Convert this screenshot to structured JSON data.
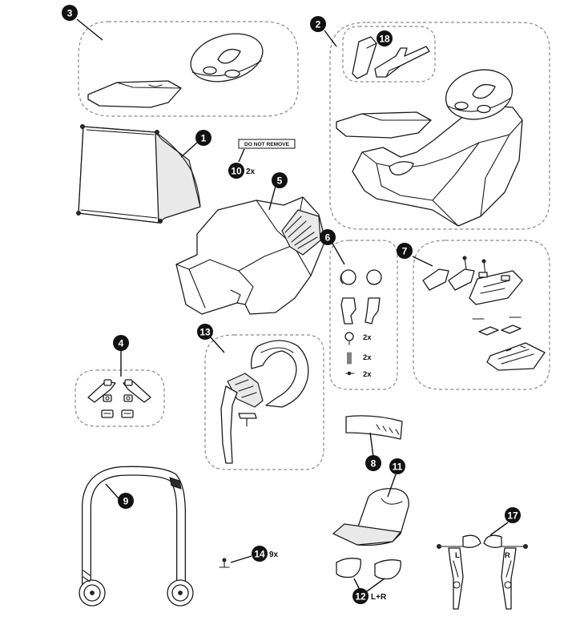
{
  "parts": [
    {
      "id": "p1",
      "number": "1"
    },
    {
      "id": "p2",
      "number": "2"
    },
    {
      "id": "p3",
      "number": "3"
    },
    {
      "id": "p4",
      "number": "4"
    },
    {
      "id": "p5",
      "number": "5"
    },
    {
      "id": "p6",
      "number": "6",
      "quantities": [
        "2x",
        "2x",
        "2x"
      ]
    },
    {
      "id": "p7",
      "number": "7"
    },
    {
      "id": "p8",
      "number": "8"
    },
    {
      "id": "p9",
      "number": "9"
    },
    {
      "id": "p10",
      "number": "10",
      "quantity": "2x",
      "label": "DO NOT REMOVE"
    },
    {
      "id": "p11",
      "number": "11"
    },
    {
      "id": "p12",
      "number": "12",
      "quantity": "L+R"
    },
    {
      "id": "p13",
      "number": "13"
    },
    {
      "id": "p14",
      "number": "14",
      "quantity": "9x"
    },
    {
      "id": "p17",
      "number": "17",
      "side_marks": [
        "L",
        "R"
      ]
    },
    {
      "id": "p18",
      "number": "18"
    }
  ]
}
